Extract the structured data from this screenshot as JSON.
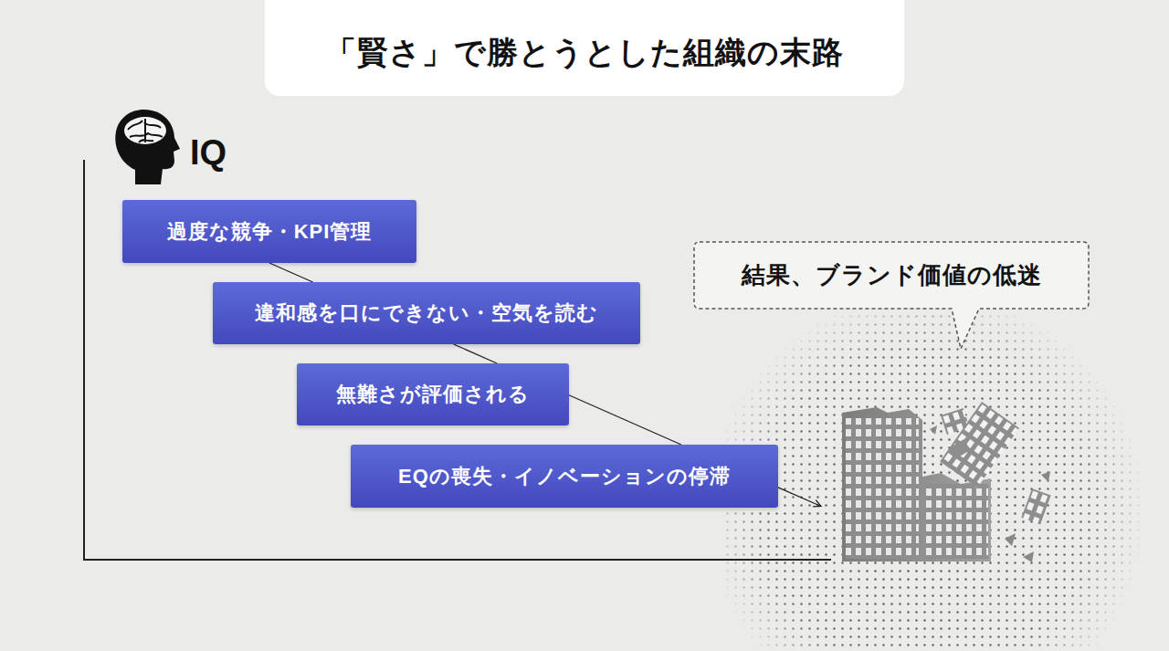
{
  "diagram": {
    "title": "「賢さ」で勝とうとした組織の末路",
    "nodes": [
      {
        "text": [
          "過度な競争・KPI管理"
        ]
      },
      {
        "text": [
          "違和感を口にできない・空気を読む"
        ]
      },
      {
        "text": [
          "無難さが評価される"
        ]
      },
      {
        "text": [
          "EQの喪失・イノベーションの停滞"
        ]
      },
      {
        "text": [
          "結果、ブランド価値の低迷"
        ]
      }
    ],
    "edges": [
      {
        "from": 0,
        "to": 1,
        "arrow": "none"
      },
      {
        "from": 1,
        "to": 2,
        "arrow": "none"
      },
      {
        "from": 2,
        "to": 3,
        "arrow": "none"
      }
    ],
    "labels": [
      "IQ"
    ]
  }
}
